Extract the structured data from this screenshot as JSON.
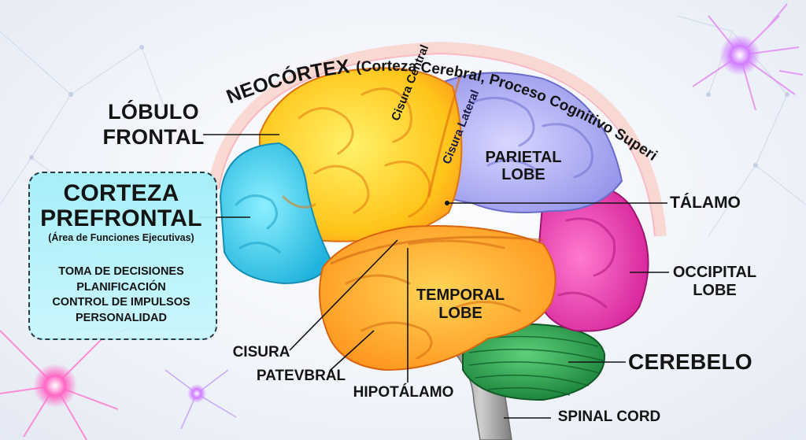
{
  "title": {
    "main": "NEOCÓRTEX",
    "sub": "(Corteza Cerebral, Proceso Cognitivo Superior)"
  },
  "labels": {
    "lobulo_frontal_1": "LÓBULO",
    "lobulo_frontal_2": "FRONTAL",
    "corteza_1": "CORTEZA",
    "corteza_2": "PREFRONTAL",
    "corteza_desc": "(Área de Funciones Ejecutivas)",
    "functions": [
      "TOMA DE DECISIONES",
      "PLANIFICACIÓN",
      "CONTROL DE IMPULSOS",
      "PERSONALIDAD"
    ],
    "cisura_central": "Cisura Central",
    "cisura_lateral": "Cisura Lateral",
    "parietal_1": "PARIETAL",
    "parietal_2": "LOBE",
    "talamo": "TÁLAMO",
    "occipital_1": "OCCIPITAL",
    "occipital_2": "LOBE",
    "temporal_1": "TEMPORAL",
    "temporal_2": "LOBE",
    "cerebelo": "CEREBELO",
    "cisura": "CISURA",
    "patevbral": "PATEVBRAL",
    "hipotalamo": "HIPOTÁLAMO",
    "spinal_cord": "SPINAL CORD"
  },
  "colors": {
    "prefrontal": "#35c6e8",
    "frontal": "#ffd21f",
    "frontal_edge": "#ff8a1a",
    "parietal": "#a9a6f0",
    "occipital": "#ec3fae",
    "temporal": "#ffac22",
    "cerebellum": "#2c9e4a",
    "spinal": "#9a9a9a",
    "halo": "#ff9a8a"
  }
}
